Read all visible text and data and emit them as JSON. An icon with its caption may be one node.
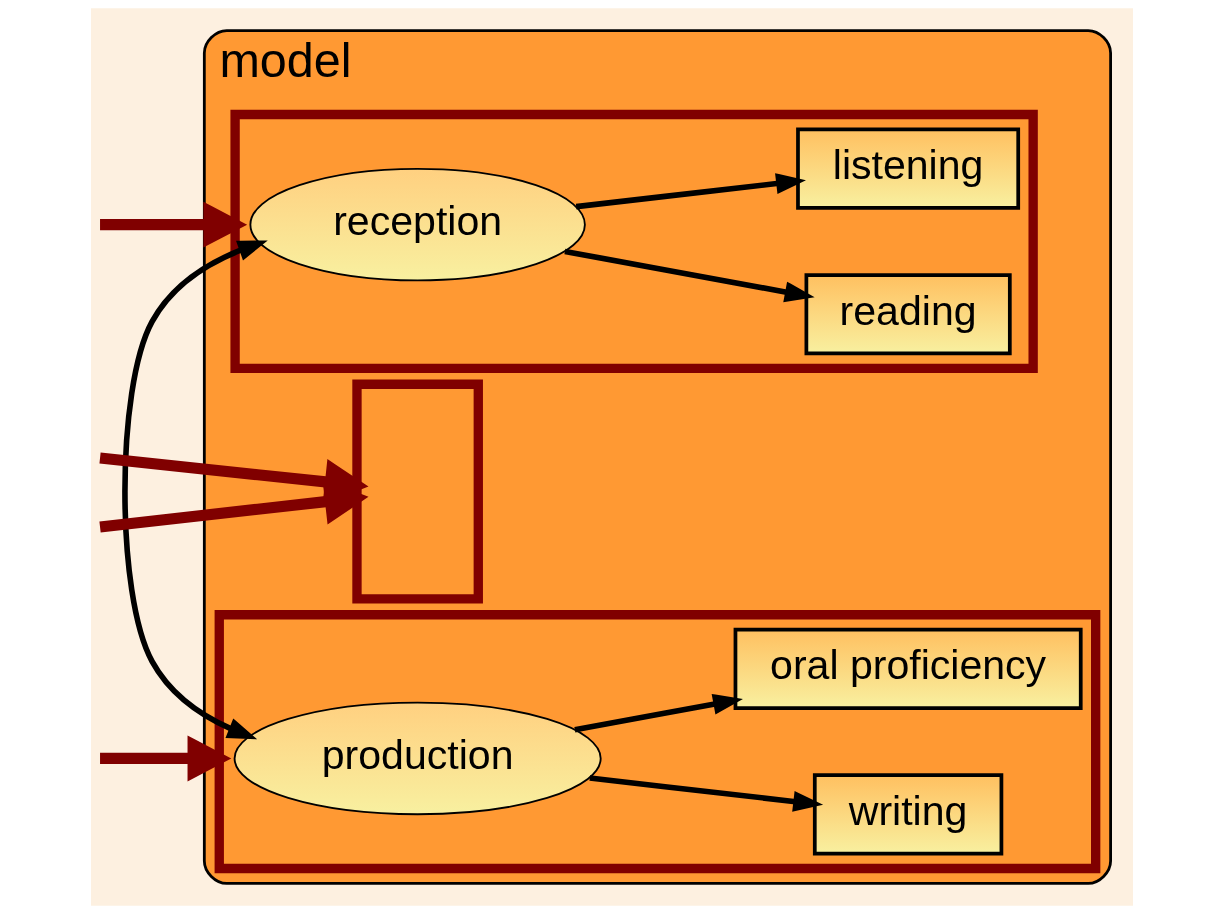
{
  "diagram": {
    "nodes": [
      {
        "text": [
          "model"
        ]
      },
      {
        "text": [],
        "shape": "box",
        "in": 0
      },
      {
        "text": [
          "reception"
        ],
        "in": 1
      },
      {
        "text": [
          "reading"
        ],
        "in": 1
      },
      {
        "text": [
          "listening"
        ],
        "in": 1
      },
      {
        "text": [],
        "shape": "box",
        "in": 0
      },
      {
        "text": [
          "production"
        ],
        "in": 5
      },
      {
        "text": [
          "writing"
        ],
        "in": 5
      },
      {
        "text": [
          "oral proficiency"
        ],
        "in": 5
      },
      {
        "text": [],
        "shape": "box",
        "in": 0
      }
    ],
    "edges": [
      {
        "from": 2,
        "to": 3,
        "arrow": "to"
      },
      {
        "from": 2,
        "to": 4,
        "arrow": "to"
      },
      {
        "from": 6,
        "to": 7,
        "arrow": "to"
      },
      {
        "from": 6,
        "to": 8,
        "arrow": "to"
      },
      {
        "from": 2,
        "to": 6,
        "arrow": "both"
      },
      {
        "from": null,
        "to": 1,
        "arrow": "to",
        "style": "thick",
        "color": "#800000"
      },
      {
        "from": null,
        "to": 9,
        "arrow": "to",
        "style": "thick",
        "color": "#800000"
      },
      {
        "from": null,
        "to": 9,
        "arrow": "to",
        "style": "thick",
        "color": "#800000"
      },
      {
        "from": null,
        "to": 5,
        "arrow": "to",
        "style": "thick",
        "color": "#800000"
      }
    ]
  }
}
